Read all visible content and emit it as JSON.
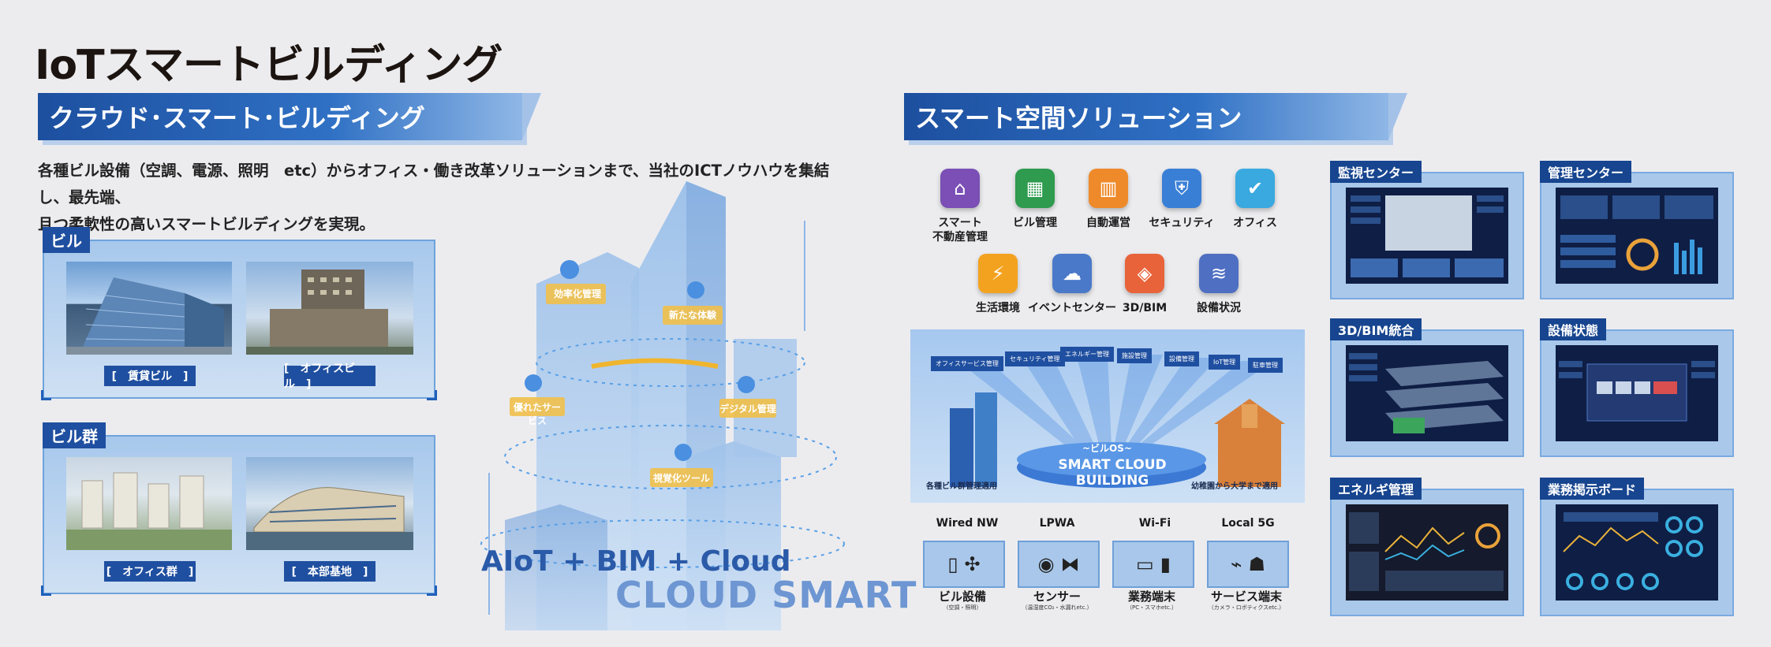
{
  "title": "IoTスマートビルディング",
  "left": {
    "banner": "クラウド･スマート･ビルディング",
    "description_line1": "各種ビル設備（空調、電源、照明　etc）からオフィス・働き改革ソリューションまで、当社のICTノウハウを集結し、最先端、",
    "description_line2": "且つ柔軟性の高いスマートビルディングを実現。",
    "panel1": {
      "tag": "ビル",
      "captions": [
        "[　賃貸ビル　]",
        "[　オフィスビル　]"
      ]
    },
    "panel2": {
      "tag": "ビル群",
      "captions": [
        "[　オフィス群　]",
        "[　本部基地　]"
      ]
    },
    "tower_labels": [
      "効率化管理",
      "新たな体験",
      "優れたサービス",
      "デジタル管理",
      "視覚化ツール"
    ],
    "tagline1": "AIoT + BIM + Cloud",
    "tagline2": "CLOUD  SMART"
  },
  "right": {
    "banner": "スマート空間ソリューション",
    "icons_row1": [
      {
        "label": "スマート\n不動産管理",
        "icon": "home-icon",
        "color": "#7b4fb5"
      },
      {
        "label": "ビル管理",
        "icon": "building-icon",
        "color": "#2e9b4e"
      },
      {
        "label": "自動運営",
        "icon": "chart-icon",
        "color": "#ee8a2a"
      },
      {
        "label": "セキュリティ",
        "icon": "shield-icon",
        "color": "#3a7fd6"
      },
      {
        "label": "オフィス",
        "icon": "folder-icon",
        "color": "#39a9e0"
      }
    ],
    "icons_row2": [
      {
        "label": "生活環境",
        "icon": "lightning-icon",
        "color": "#f3a21f"
      },
      {
        "label": "イベントセンター",
        "icon": "cloud-plus-icon",
        "color": "#4a79c9"
      },
      {
        "label": "3D/BIM",
        "icon": "cube-icon",
        "color": "#e8633a"
      },
      {
        "label": "設備状況",
        "icon": "layers-icon",
        "color": "#4f6fc2"
      }
    ],
    "cloud_panel": {
      "top_tags": [
        "オフィスサービス管理",
        "セキュリティ管理",
        "エネルギー管理",
        "施設管理",
        "設備管理",
        "IoT管理",
        "駐車管理"
      ],
      "os_label": "~ビルOS~",
      "platform": "SMART CLOUD BUILDING",
      "left_caption": "各種ビル群管理適用",
      "right_caption": "幼稚園から大学まで適用"
    },
    "network": [
      {
        "label": "Wired NW",
        "device": "ビル設備",
        "note": "（空調・照明）"
      },
      {
        "label": "LPWA",
        "device": "センサー",
        "note": "（温湿度CO₂・水漏れetc.）"
      },
      {
        "label": "Wi-Fi",
        "device": "業務端末",
        "note": "（PC・スマホetc.）"
      },
      {
        "label": "Local 5G",
        "device": "サービス端末",
        "note": "（カメラ・ロボティクスetc.）"
      }
    ],
    "monitors": [
      "監視センター",
      "管理センター",
      "3D/BIM統合",
      "設備状態",
      "エネルギ管理",
      "業務掲示ボード"
    ]
  }
}
